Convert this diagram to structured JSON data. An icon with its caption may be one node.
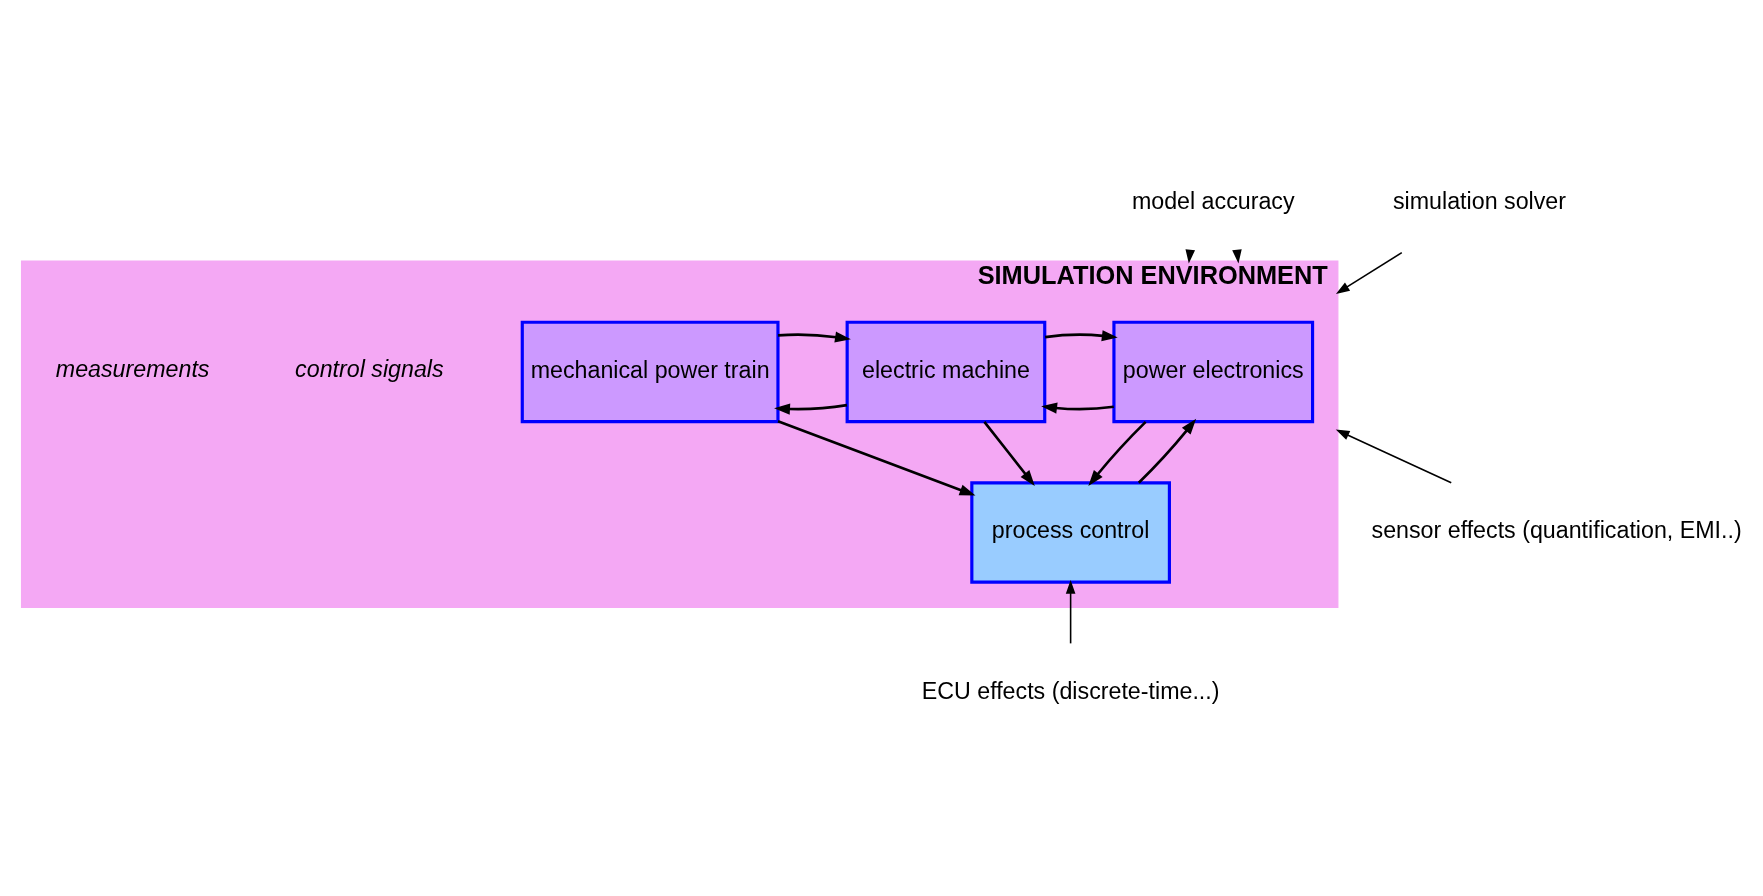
{
  "diagram": {
    "nodes": [
      {
        "text": [
          "SIMULATION ENVIRONMENT"
        ]
      },
      {
        "text": [
          "power electronics"
        ],
        "in": 0
      },
      {
        "text": [
          "electric machine"
        ],
        "in": 0
      },
      {
        "text": [
          "mechanical power train"
        ],
        "in": 0
      },
      {
        "text": [
          "process control"
        ],
        "in": 0
      },
      {
        "text": [
          "model accuracy"
        ]
      },
      {
        "text": [
          "simulation solver"
        ]
      },
      {
        "text": [
          "ECU effects (discrete-time...)"
        ]
      },
      {
        "text": [
          "sensor effects (quantification, EMI..)"
        ]
      }
    ],
    "edges": [
      {
        "from": 1,
        "to": 2,
        "arrow": "to"
      },
      {
        "from": 2,
        "to": 1,
        "arrow": "to"
      },
      {
        "from": 2,
        "to": 3,
        "arrow": "to"
      },
      {
        "from": 3,
        "to": 2,
        "arrow": "to"
      },
      {
        "from": 4,
        "to": 1,
        "arrow": "to"
      },
      {
        "from": 1,
        "to": 4,
        "arrow": "to"
      },
      {
        "from": 2,
        "to": 4,
        "arrow": "to"
      },
      {
        "from": 3,
        "to": 4,
        "arrow": "to"
      },
      {
        "from": 5,
        "to": 0,
        "arrow": "to"
      },
      {
        "from": 5,
        "to": 0,
        "arrow": "to"
      },
      {
        "from": 6,
        "to": 0,
        "arrow": "to"
      },
      {
        "from": 7,
        "to": 4,
        "arrow": "to"
      },
      {
        "from": 8,
        "to": 0,
        "arrow": "to"
      }
    ],
    "labels": [
      "control signals",
      "measurements"
    ]
  }
}
